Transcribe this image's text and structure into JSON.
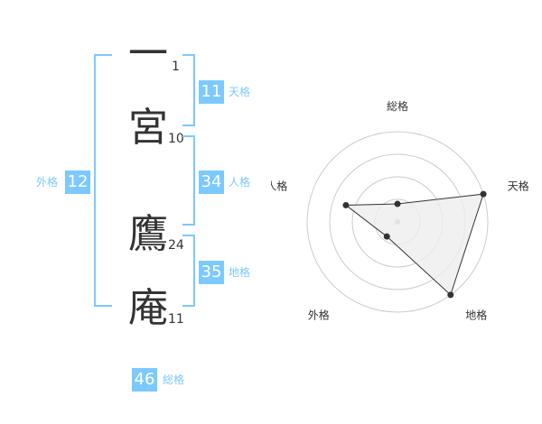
{
  "name_chars": [
    {
      "char": "一",
      "strokes": "1"
    },
    {
      "char": "宮",
      "strokes": "10"
    },
    {
      "char": "鷹",
      "strokes": "24"
    },
    {
      "char": "庵",
      "strokes": "11"
    }
  ],
  "fortunes": {
    "tenkaku": {
      "value": "11",
      "label": "天格"
    },
    "jinkaku": {
      "value": "34",
      "label": "人格"
    },
    "chikaku": {
      "value": "35",
      "label": "地格"
    },
    "gaikaku": {
      "value": "12",
      "label": "外格"
    },
    "soukaku": {
      "value": "46",
      "label": "総格"
    }
  },
  "colors": {
    "accent": "#7cc9ff",
    "text": "#333333",
    "grid": "#cccccc",
    "fill": "#eeeeee"
  },
  "chart_data": {
    "type": "radar",
    "axes": [
      "総格",
      "天格",
      "地格",
      "外格",
      "人格"
    ],
    "values": [
      1,
      5,
      5,
      1,
      3
    ],
    "max": 5,
    "grid_rings": 4
  }
}
